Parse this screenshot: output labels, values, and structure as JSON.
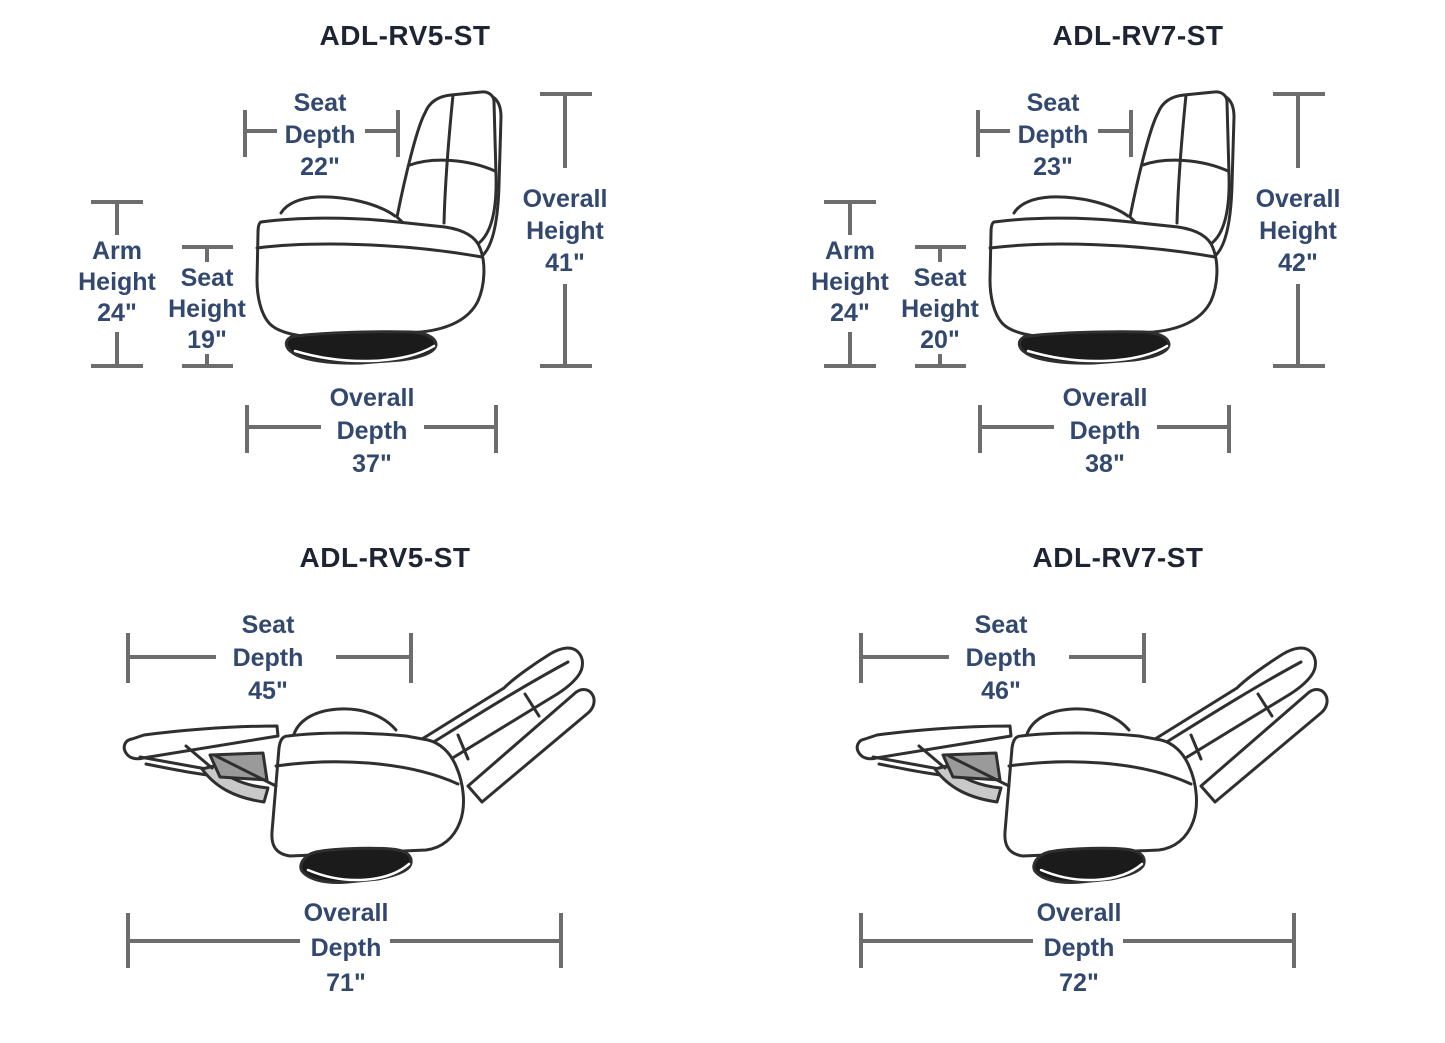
{
  "colors": {
    "background": "#ffffff",
    "title_text": "#1e2532",
    "label_text": "#33486e",
    "dimension_line": "#6d6d6d",
    "chair_outline": "#2f2f2f",
    "chair_base_fill": "#1b1b1b",
    "mechanism_gray": "#9a9a9a"
  },
  "diagrams": [
    {
      "title": "ADL-RV5-ST",
      "pose": "upright",
      "dims": {
        "seat_depth": {
          "l1": "Seat",
          "l2": "Depth",
          "v": "22\""
        },
        "arm_height": {
          "l1": "Arm",
          "l2": "Height",
          "v": "24\""
        },
        "seat_height": {
          "l1": "Seat",
          "l2": "Height",
          "v": "19\""
        },
        "overall_height": {
          "l1": "Overall",
          "l2": "Height",
          "v": "41\""
        },
        "overall_depth": {
          "l1": "Overall",
          "l2": "Depth",
          "v": "37\""
        }
      }
    },
    {
      "title": "ADL-RV7-ST",
      "pose": "upright",
      "dims": {
        "seat_depth": {
          "l1": "Seat",
          "l2": "Depth",
          "v": "23\""
        },
        "arm_height": {
          "l1": "Arm",
          "l2": "Height",
          "v": "24\""
        },
        "seat_height": {
          "l1": "Seat",
          "l2": "Height",
          "v": "20\""
        },
        "overall_height": {
          "l1": "Overall",
          "l2": "Height",
          "v": "42\""
        },
        "overall_depth": {
          "l1": "Overall",
          "l2": "Depth",
          "v": "38\""
        }
      }
    },
    {
      "title": "ADL-RV5-ST",
      "pose": "reclined",
      "dims": {
        "seat_depth": {
          "l1": "Seat",
          "l2": "Depth",
          "v": "45\""
        },
        "overall_depth": {
          "l1": "Overall",
          "l2": "Depth",
          "v": "71\""
        }
      }
    },
    {
      "title": "ADL-RV7-ST",
      "pose": "reclined",
      "dims": {
        "seat_depth": {
          "l1": "Seat",
          "l2": "Depth",
          "v": "46\""
        },
        "overall_depth": {
          "l1": "Overall",
          "l2": "Depth",
          "v": "72\""
        }
      }
    }
  ]
}
